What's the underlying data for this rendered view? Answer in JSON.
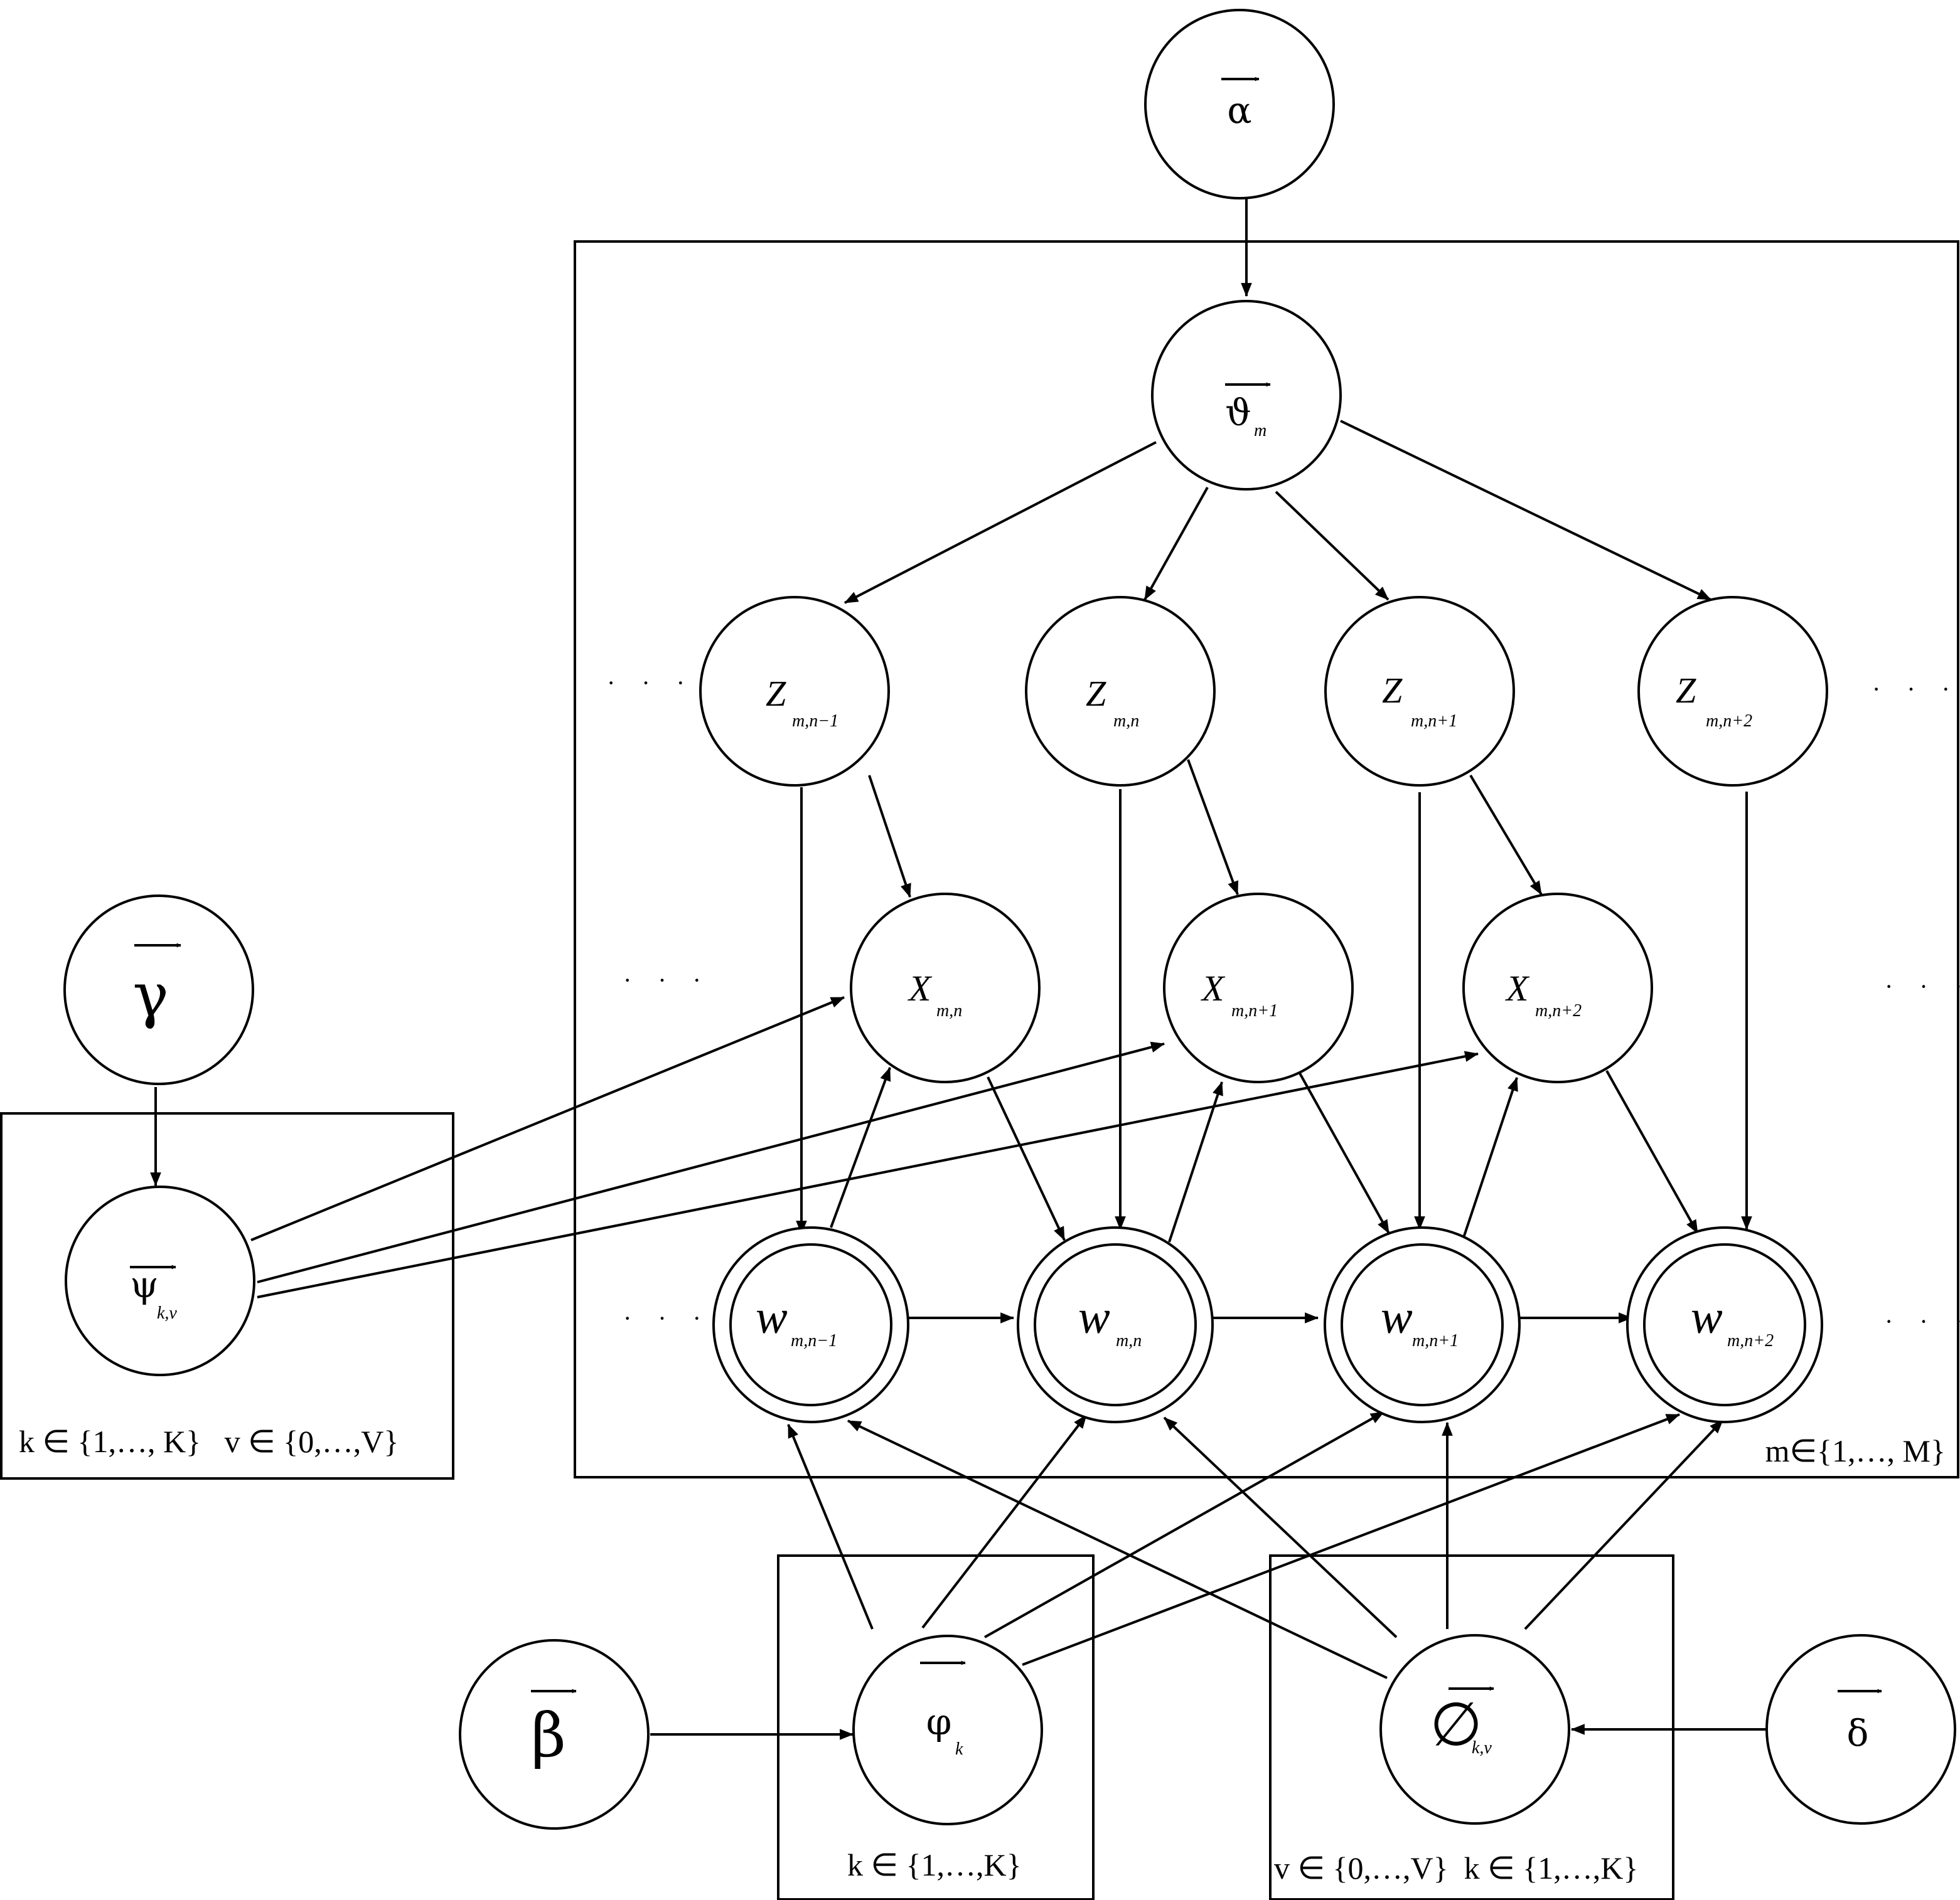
{
  "hyper": {
    "alpha": "α",
    "beta": "β",
    "gamma": "γ",
    "delta": "δ"
  },
  "params": {
    "theta": {
      "symbol": "ϑ",
      "sub": "m"
    },
    "psi": {
      "symbol": "ψ",
      "sub": "k,v"
    },
    "phi": {
      "symbol": "φ",
      "sub": "k"
    },
    "varphi_kv": {
      "symbol": "∅",
      "sub": "k,v"
    }
  },
  "z_nodes": [
    {
      "letter": "Z",
      "sub": "m,n−1"
    },
    {
      "letter": "Z",
      "sub": "m,n"
    },
    {
      "letter": "Z",
      "sub": "m,n+1"
    },
    {
      "letter": "Z",
      "sub": "m,n+2"
    }
  ],
  "x_nodes": [
    {
      "letter": "X",
      "sub": "m,n"
    },
    {
      "letter": "X",
      "sub": "m,n+1"
    },
    {
      "letter": "X",
      "sub": "m,n+2"
    }
  ],
  "w_nodes": [
    {
      "letter": "w",
      "sub": "m,n−1"
    },
    {
      "letter": "w",
      "sub": "m,n"
    },
    {
      "letter": "w",
      "sub": "m,n+1"
    },
    {
      "letter": "w",
      "sub": "m,n+2"
    }
  ],
  "plates": {
    "document": "m∈{1,…, M}",
    "psi": "k ∈ {1,…, K}   v ∈ {0,…,V}",
    "phi": "k ∈ {1,…,K}",
    "varphi_kv": "v ∈ {0,…,V}  k ∈ {1,…,K}"
  },
  "ellipsis": "· · ·"
}
